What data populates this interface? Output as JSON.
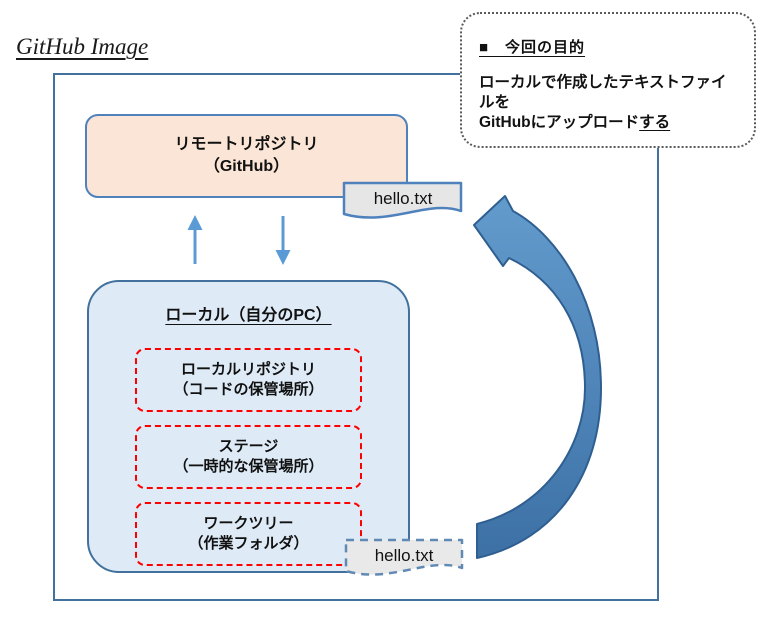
{
  "diagram_title": "GitHub Image",
  "purpose_callout": {
    "heading": "■　今回の目的",
    "body_line1": "ローカルで作成したテキストファイルを",
    "body_line2_text": "GitHubにアップロード",
    "body_line2_underlined": "する"
  },
  "remote_repo_box": {
    "line1": "リモートリポジトリ",
    "line2": "（GitHub）"
  },
  "local_pc_box": {
    "title": "ローカル（自分のPC）",
    "areas": [
      {
        "line1": "ローカルリポジトリ",
        "line2": "（コードの保管場所）"
      },
      {
        "line1": "ステージ",
        "line2": "（一時的な保管場所）"
      },
      {
        "line1": "ワークツリー",
        "line2": "（作業フォルダ）"
      }
    ]
  },
  "files": {
    "remote_file_label": "hello.txt",
    "worktree_file_label": "hello.txt"
  },
  "colors": {
    "outer_border": "#41719C",
    "remote_fill": "#FBE5D6",
    "remote_border": "#4F81BD",
    "local_fill": "#DEEBF7",
    "local_border": "#41719C",
    "area_dashed_border": "#FF0000",
    "sync_arrow": "#5B9BD5",
    "upload_arrow_fill": "#4E86BB",
    "upload_arrow_border": "#2F5F91",
    "file_fill": "#E6E6E6",
    "file_border": "#4F81BD"
  }
}
